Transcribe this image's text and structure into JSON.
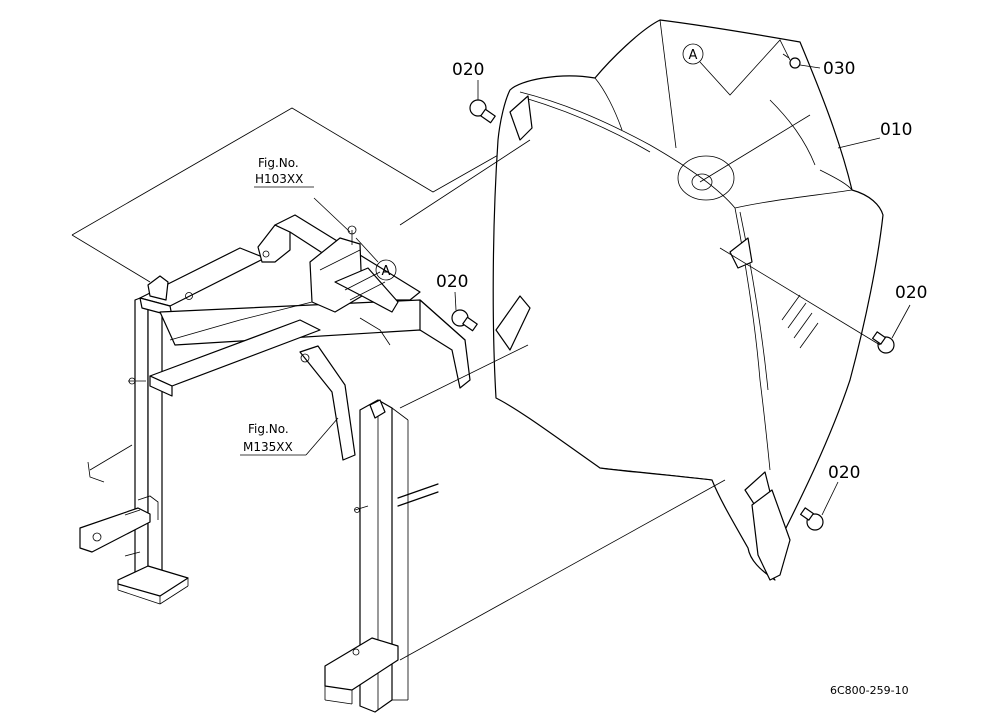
{
  "callouts": {
    "part_010": "010",
    "part_020_top": "020",
    "part_020_mid": "020",
    "part_020_right": "020",
    "part_020_bottom": "020",
    "part_030": "030"
  },
  "references": {
    "ref1_line1": "Fig.No.",
    "ref1_line2": "H103XX",
    "ref2_line1": "Fig.No.",
    "ref2_line2": "M135XX"
  },
  "markers": {
    "marker_a_frame": "A",
    "marker_a_cover": "A"
  },
  "drawing_code": "6C800-259-10"
}
